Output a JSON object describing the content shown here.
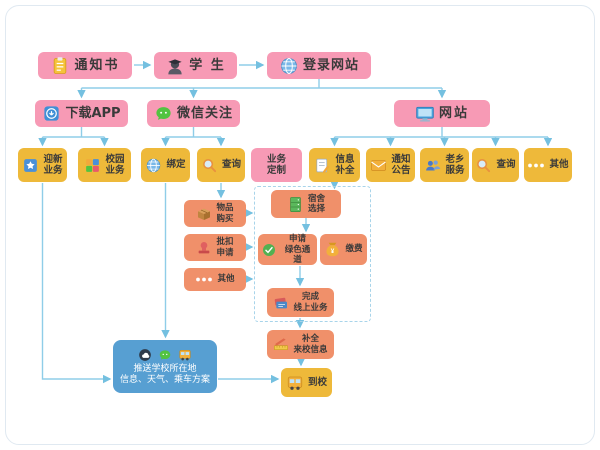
{
  "colors": {
    "pink": "#f79ab5",
    "yellow": "#eeb93a",
    "orange": "#f0906a",
    "blue": "#579fd2",
    "arrow": "#7fc6e4"
  },
  "nodes": {
    "notice": {
      "label": "通知书"
    },
    "student": {
      "label": "学 生"
    },
    "login": {
      "label": "登录网站"
    },
    "download_app": {
      "label": "下载APP"
    },
    "wechat_follow": {
      "label": "微信关注"
    },
    "website": {
      "label": "网站"
    },
    "welcome_service": {
      "label": "迎新\n业务"
    },
    "campus_service": {
      "label": "校园\n业务"
    },
    "bind": {
      "label": "绑定"
    },
    "wechat_query": {
      "label": "查询"
    },
    "service_custom": {
      "label": "业务\n定制"
    },
    "info_complete": {
      "label": "信息\n补全"
    },
    "notice_board": {
      "label": "通知\n公告"
    },
    "hometown_service": {
      "label": "老乡\n服务"
    },
    "web_query": {
      "label": "查询"
    },
    "web_other": {
      "label": "其他"
    },
    "dorm_select": {
      "label": "宿舍\n选择"
    },
    "goods_buy": {
      "label": "物品\n购买"
    },
    "batch_deduct": {
      "label": "批扣\n申请"
    },
    "left_other": {
      "label": "其他"
    },
    "green_channel": {
      "label": "申请\n绿色通道"
    },
    "pay_fee": {
      "label": "缴费"
    },
    "finish_online": {
      "label": "完成\n线上业务"
    },
    "arrival_info": {
      "label": "补全\n来校信息"
    },
    "arrive_school": {
      "label": "到校"
    },
    "push_info": {
      "label": "推送学校所在地\n信息、天气、乘车方案"
    }
  }
}
